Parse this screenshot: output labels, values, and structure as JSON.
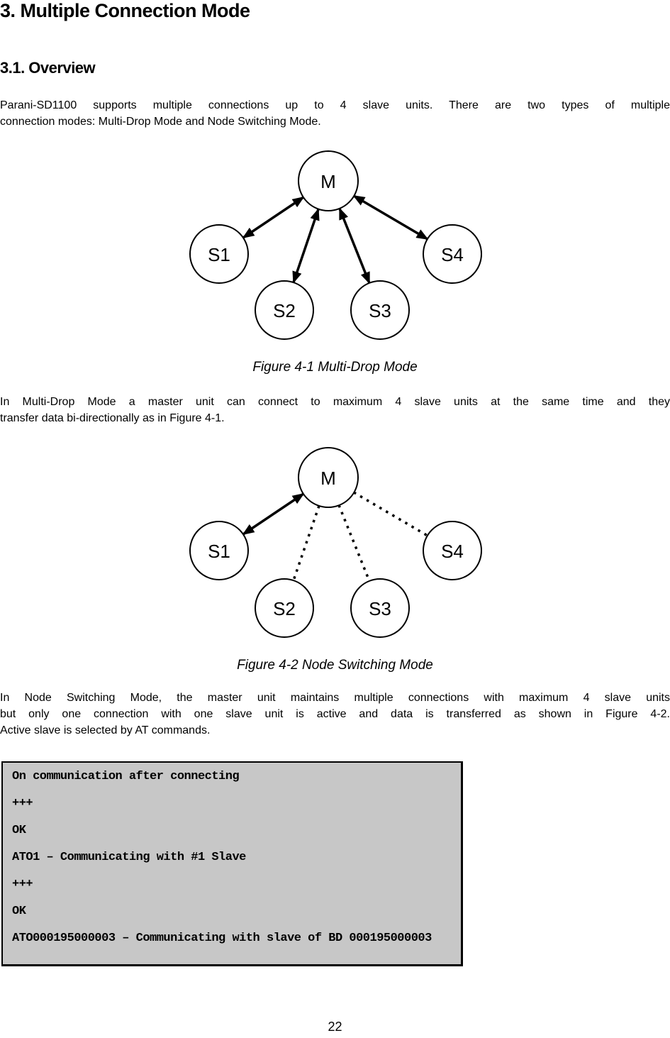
{
  "page": {
    "heading1": "3. Multiple Connection Mode",
    "heading2": "3.1. Overview",
    "para1_lines": [
      "Parani-SD1100 supports multiple connections up to 4 slave units. There are two types of multiple",
      "connection modes: Multi-Drop Mode and Node Switching Mode."
    ],
    "para2_lines": [
      "In Multi-Drop Mode a master unit can connect to maximum 4 slave units at the same time and they",
      "transfer data bi-directionally as in Figure 4-1."
    ],
    "para3_lines": [
      "In Node Switching Mode, the master unit maintains multiple connections with maximum 4 slave units",
      "but only one connection with one slave unit is active and data is transferred as shown in Figure 4-2.",
      "Active slave is selected by AT commands."
    ],
    "figure1": {
      "caption": "Figure 4-1 Multi-Drop Mode",
      "nodes": {
        "master": "M",
        "slave1": "S1",
        "slave2": "S2",
        "slave3": "S3",
        "slave4": "S4"
      }
    },
    "figure2": {
      "caption": "Figure 4-2 Node Switching Mode",
      "nodes": {
        "master": "M",
        "slave1": "S1",
        "slave2": "S2",
        "slave3": "S3",
        "slave4": "S4"
      }
    },
    "terminal": {
      "lines": [
        "On communication after connecting",
        "+++",
        "OK",
        "ATO1 – Communicating with #1 Slave",
        "+++",
        "OK",
        "ATO000195000003 – Communicating with slave of BD 000195000003"
      ]
    },
    "page_number": "22",
    "colors": {
      "text": "#000000",
      "background": "#ffffff",
      "terminal_background": "#c7c7c7"
    }
  }
}
